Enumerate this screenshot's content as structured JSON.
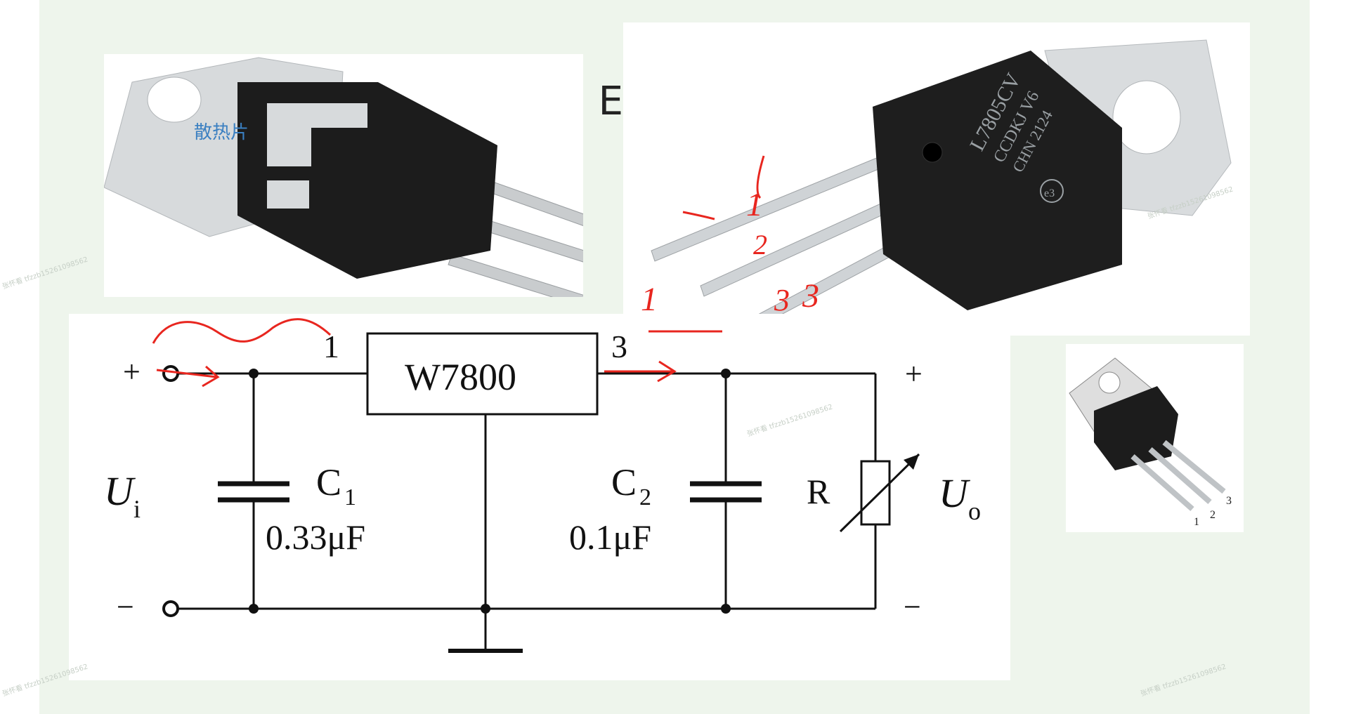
{
  "slide": {
    "title_fragment": "] E"
  },
  "photo_left": {
    "heatsink_label": "散热片"
  },
  "photo_right": {
    "marking_line1": "L7805CV",
    "marking_line2": "CCDKJ V6",
    "marking_line3": "CHN 2124",
    "ce_mark": "e3",
    "handwritten_pins": [
      "1",
      "2",
      "3",
      "1",
      "3"
    ]
  },
  "schematic": {
    "regulator_label": "W7800",
    "pin_in": "1",
    "pin_out": "3",
    "input_plus": "+",
    "input_minus": "−",
    "output_plus": "+",
    "output_minus": "−",
    "ui_main": "U",
    "ui_sub": "i",
    "uo_main": "U",
    "uo_sub": "o",
    "c1_main": "C",
    "c1_sub": "1",
    "c1_value": "0.33μF",
    "c2_main": "C",
    "c2_sub": "2",
    "c2_value": "0.1μF",
    "load_label": "R"
  },
  "pinout": {
    "pins": [
      "1",
      "2",
      "3"
    ]
  },
  "watermark_text": "张怀看 tfzzb15261098562",
  "colors": {
    "slide_background": "#eef5ec",
    "annotation_red": "#e8261f",
    "heatsink_label": "#3a7fc1",
    "package_black": "#1c1c1c",
    "metal_silver": "#cfd3d6"
  }
}
